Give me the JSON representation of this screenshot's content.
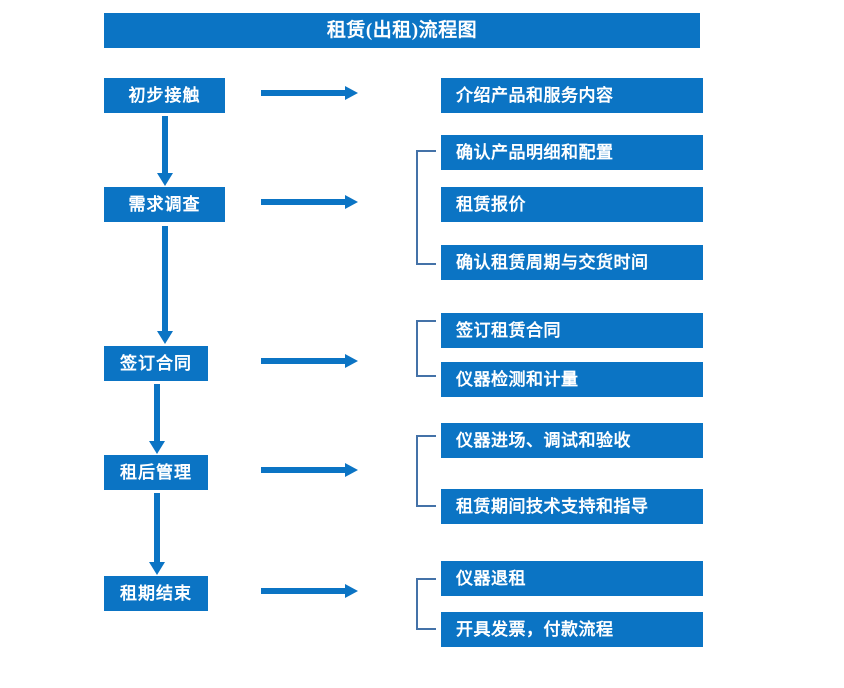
{
  "diagram": {
    "title": "租赁(出租)流程图",
    "accent_color": "#0B74C4",
    "bracket_color": "#4472A8",
    "background_color": "#FFFFFF",
    "text_color": "#FFFFFF",
    "stages": [
      {
        "label": "初步接触"
      },
      {
        "label": "需求调查"
      },
      {
        "label": "签订合同"
      },
      {
        "label": "租后管理"
      },
      {
        "label": "租期结束"
      }
    ],
    "details": [
      {
        "label": "介绍产品和服务内容"
      },
      {
        "label": "确认产品明细和配置"
      },
      {
        "label": "租赁报价"
      },
      {
        "label": "确认租赁周期与交货时间"
      },
      {
        "label": "签订租赁合同"
      },
      {
        "label": "仪器检测和计量"
      },
      {
        "label": "仪器进场、调试和验收"
      },
      {
        "label": "租赁期间技术支持和指导"
      },
      {
        "label": "仪器退租"
      },
      {
        "label": "开具发票，付款流程"
      }
    ],
    "groups": [
      {
        "name": "group-demand",
        "members": [
          "确认产品明细和配置",
          "租赁报价",
          "确认租赁周期与交货时间"
        ]
      },
      {
        "name": "group-contract",
        "members": [
          "签订租赁合同",
          "仪器检测和计量"
        ]
      },
      {
        "name": "group-management",
        "members": [
          "仪器进场、调试和验收",
          "租赁期间技术支持和指导"
        ]
      },
      {
        "name": "group-end",
        "members": [
          "仪器退租",
          "开具发票，付款流程"
        ]
      }
    ],
    "flow_connectors": {
      "stage_to_stage": "downward-arrow",
      "stage_to_detail": "rightward-arrow",
      "detail_group": "left-bracket"
    }
  }
}
